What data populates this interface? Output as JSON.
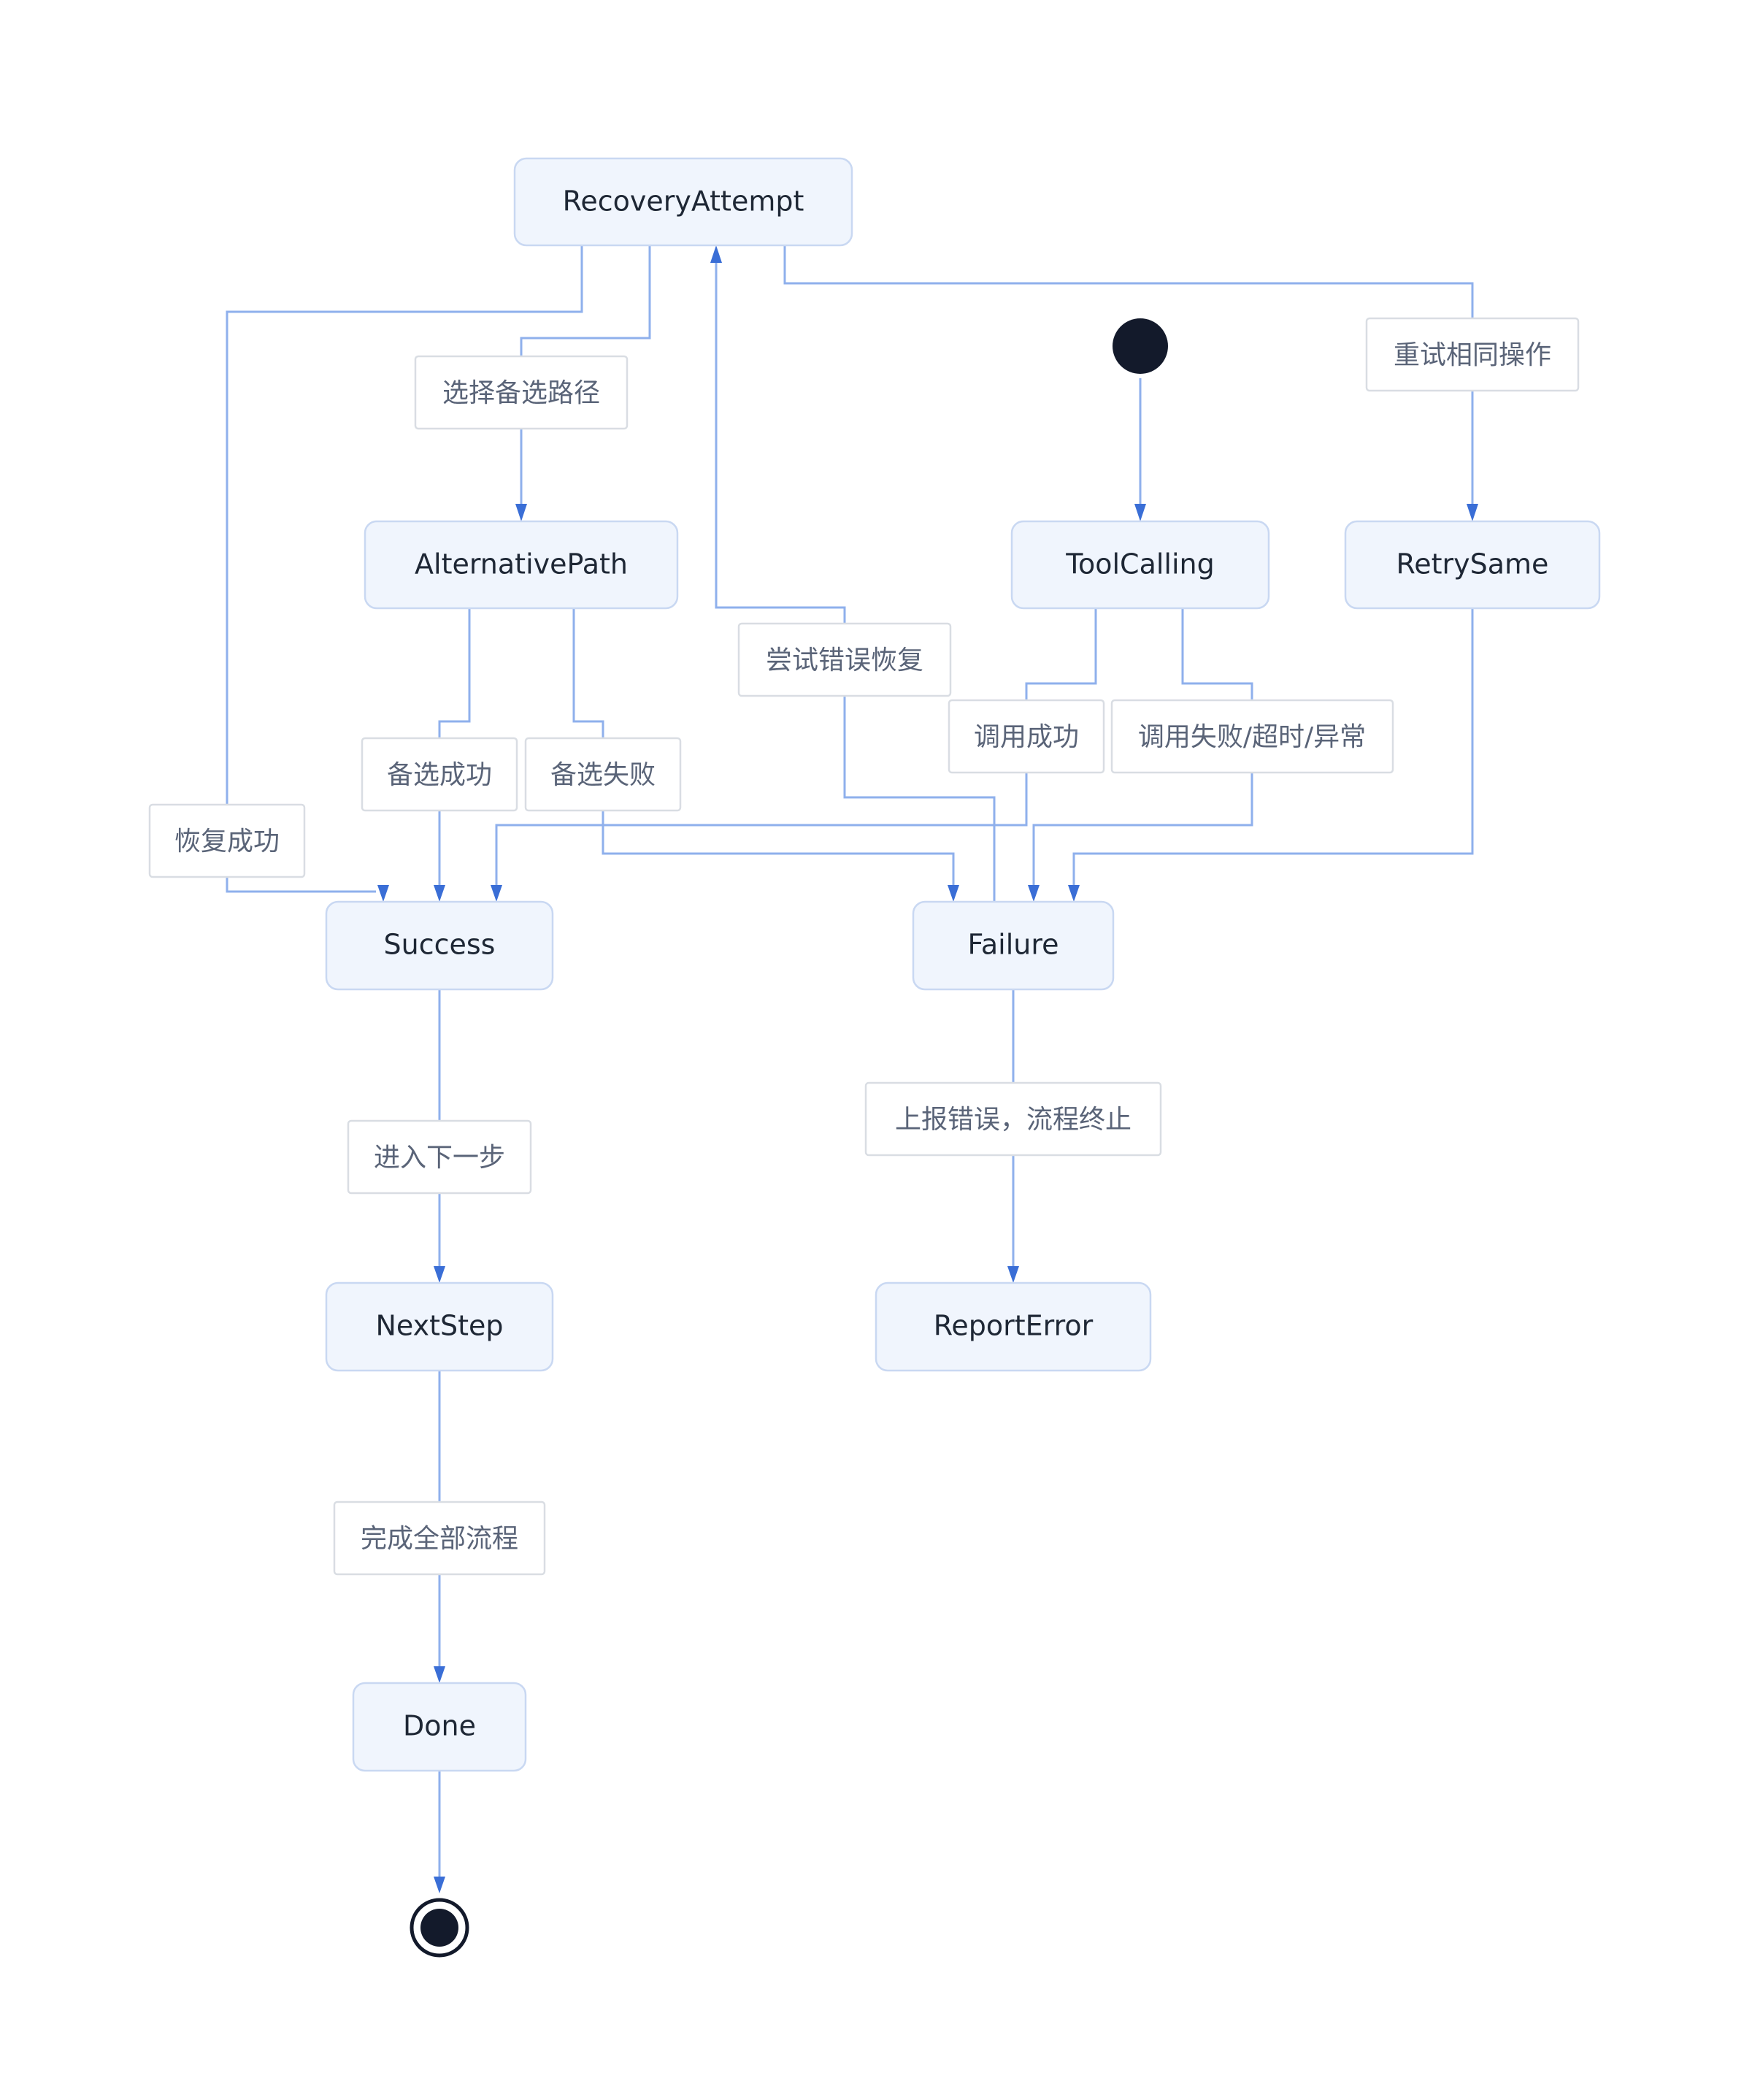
{
  "states": {
    "recovery_attempt": "RecoveryAttempt",
    "alternative_path": "AlternativePath",
    "tool_calling": "ToolCalling",
    "retry_same": "RetrySame",
    "success": "Success",
    "failure": "Failure",
    "next_step": "NextStep",
    "report_error": "ReportError",
    "done": "Done"
  },
  "transitions": {
    "choose_alternative": "选择备选路径",
    "retry_same_op": "重试相同操作",
    "try_recovery": "尝试错误恢复",
    "call_success": "调用成功",
    "call_failed": "调用失败/超时/异常",
    "alt_success": "备选成功",
    "alt_failed": "备选失败",
    "recovery_success": "恢复成功",
    "next": "进入下一步",
    "report": "上报错误，流程终止",
    "complete": "完成全部流程"
  },
  "colors": {
    "node_fill": "#f0f5fd",
    "node_border": "#c9d8f2",
    "edge": "#8fb0ec",
    "arrow": "#3a6ed6",
    "marker": "#131a2b"
  }
}
